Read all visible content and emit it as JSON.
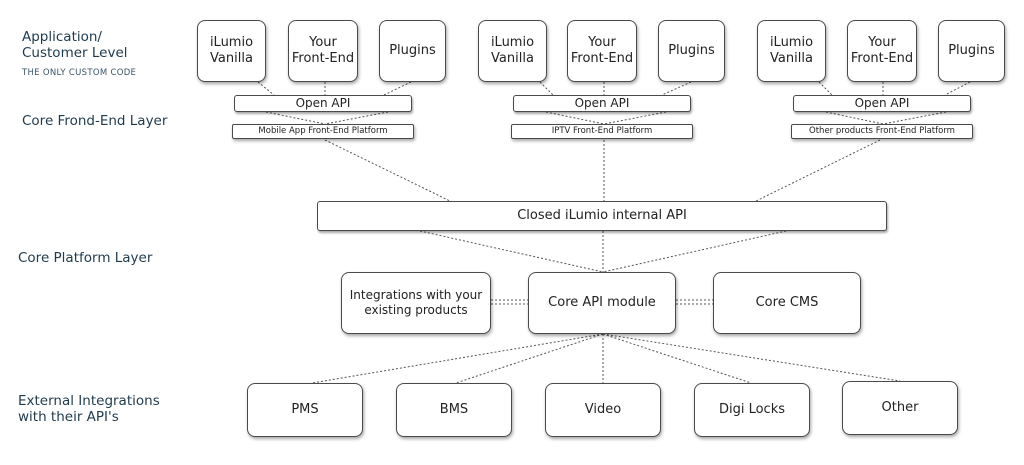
{
  "levels": {
    "application": "Application/\nCustomer Level",
    "custom_code": "THE ONLY CUSTOM CODE",
    "core_frontend": "Core Frond-End Layer",
    "core_platform": "Core Platform Layer",
    "external": "External Integrations\nwith their API's"
  },
  "groups": [
    {
      "apps": [
        "iLumio\nVanilla",
        "Your\nFront-End",
        "Plugins"
      ],
      "open_api": "Open API",
      "platform": "Mobile App Front-End Platform"
    },
    {
      "apps": [
        "iLumio\nVanilla",
        "Your\nFront-End",
        "Plugins"
      ],
      "open_api": "Open API",
      "platform": "IPTV Front-End Platform"
    },
    {
      "apps": [
        "iLumio\nVanilla",
        "Your\nFront-End",
        "Plugins"
      ],
      "open_api": "Open API",
      "platform": "Other products Front-End Platform"
    }
  ],
  "internal_api": "Closed iLumio internal API",
  "core": {
    "integrations": "Integrations with your\nexisting products",
    "api_module": "Core API module",
    "cms": "Core CMS"
  },
  "external_integrations": [
    "PMS",
    "BMS",
    "Video",
    "Digi Locks",
    "Other"
  ]
}
